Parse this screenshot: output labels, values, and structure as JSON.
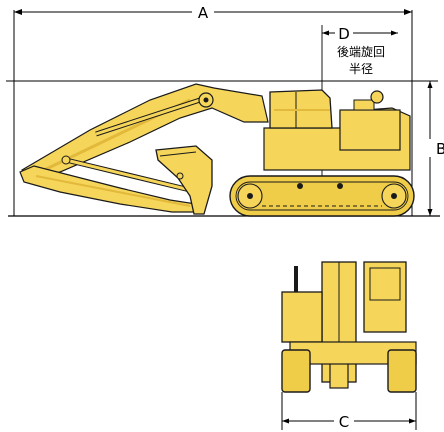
{
  "dimensions": {
    "a": "A",
    "b": "B",
    "c": "C",
    "d": "D"
  },
  "annotation": {
    "line1": "後端旋回",
    "line2": "半径"
  },
  "colors": {
    "body": "#f5d55a",
    "shade": "#e2b93a",
    "outline": "#1a1a1a",
    "dim_line": "#000000",
    "track": "#f0cd48"
  }
}
